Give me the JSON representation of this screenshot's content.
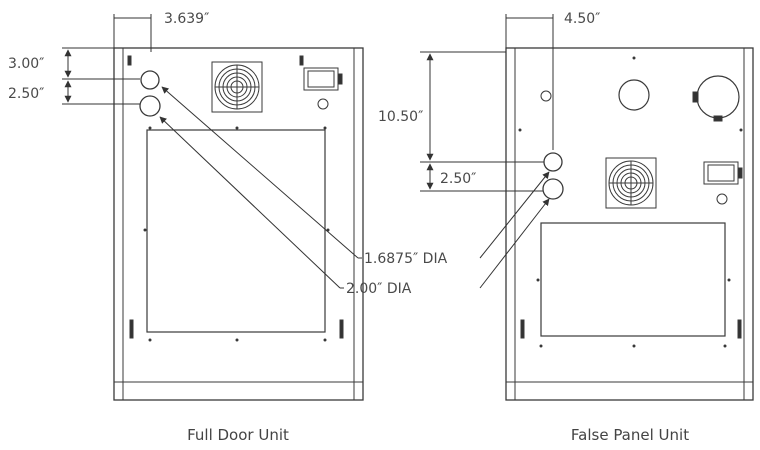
{
  "units": [
    {
      "caption": "Full Door Unit",
      "dims": {
        "offset_x": "3.639″",
        "from_top": "3.00″",
        "spacing": "2.50″"
      }
    },
    {
      "caption": "False Panel Unit",
      "dims": {
        "offset_x": "4.50″",
        "from_top": "10.50″",
        "spacing": "2.50″"
      }
    }
  ],
  "callouts": {
    "small_hole": "1.6875″ DIA",
    "large_hole": "2.00″ DIA"
  },
  "colors": {
    "line": "#3a3a3a",
    "text": "#4a4a4a"
  }
}
